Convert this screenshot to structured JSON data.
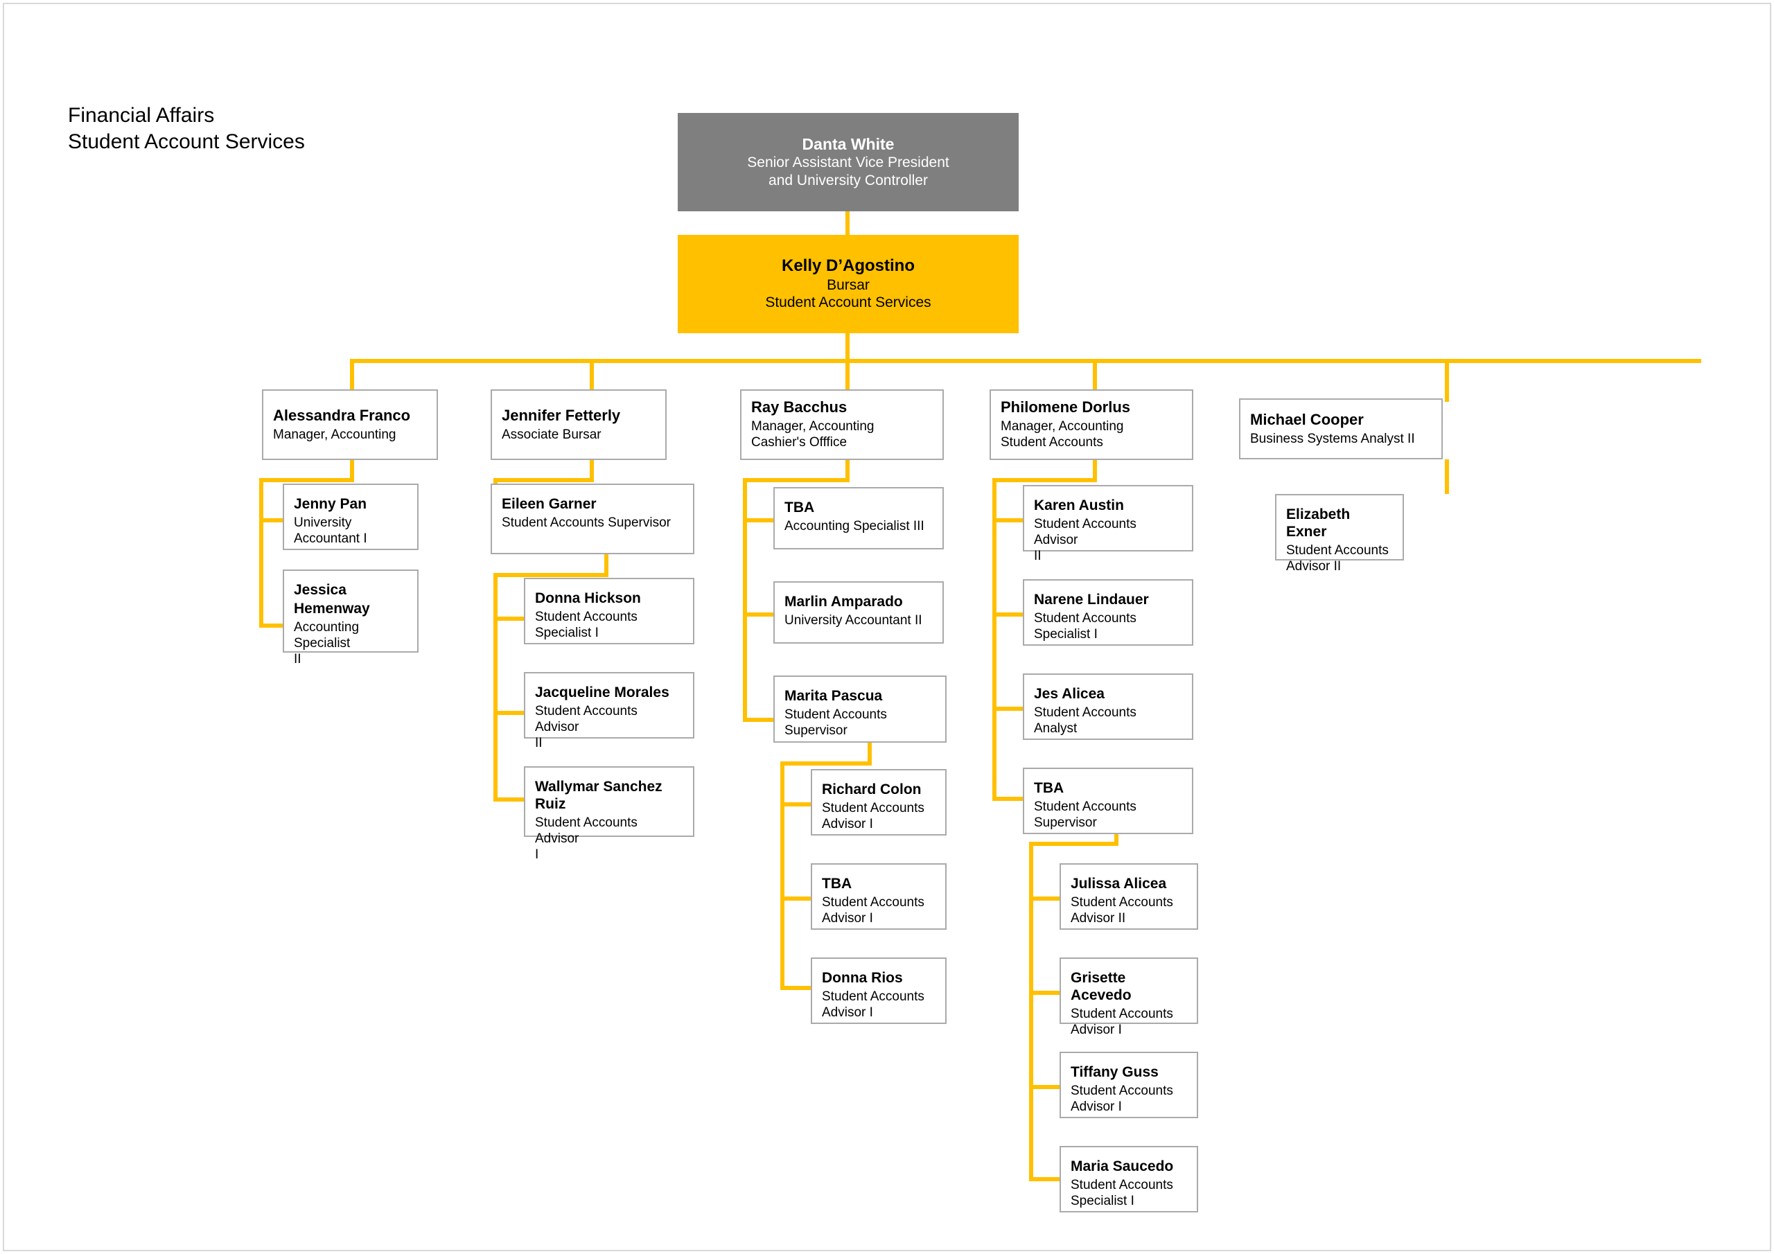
{
  "title": {
    "line1": "Financial Affairs",
    "line2": "Student Account Services"
  },
  "colors": {
    "accent_gold": "#FFC000",
    "accent_gold_dark": "#BF9000",
    "exec_gray": "#7F7F7F",
    "box_border": "#AAAAAA",
    "page_background": "#FFFFFF"
  },
  "chart_data": {
    "type": "org-chart",
    "title": "Financial Affairs / Student Account Services",
    "nodes": {
      "executive": {
        "name": "Danta White",
        "title_line1": "Senior Assistant Vice President",
        "title_line2": "and University Controller"
      },
      "bursar": {
        "name": "Kelly D’Agostino",
        "title_line1": "Bursar",
        "title_line2": "Student Account Services"
      },
      "managers": [
        {
          "id": "franco",
          "name": "Alessandra Franco",
          "title_line1": "Manager, Accounting",
          "title_line2": "",
          "reports": [
            {
              "name": "Jenny Pan",
              "title_line1": "University",
              "title_line2": "Accountant I"
            },
            {
              "name": "Jessica",
              "name_line2": "Hemenway",
              "title_line1": "Accounting Specialist",
              "title_line2": "II"
            }
          ]
        },
        {
          "id": "fetterly",
          "name": "Jennifer Fetterly",
          "title_line1": "Associate Bursar",
          "title_line2": "",
          "reports": [
            {
              "name": "Eileen Garner",
              "title_line1": "Student Accounts Supervisor",
              "title_line2": "",
              "reports": [
                {
                  "name": "Donna Hickson",
                  "title_line1": "Student Accounts",
                  "title_line2": "Specialist I"
                },
                {
                  "name": "Jacqueline Morales",
                  "title_line1": "Student Accounts Advisor",
                  "title_line2": "II"
                },
                {
                  "name": "Wallymar Sanchez Ruiz",
                  "title_line1": "Student Accounts Advisor",
                  "title_line2": "I"
                }
              ]
            }
          ]
        },
        {
          "id": "bacchus",
          "name": "Ray Bacchus",
          "title_line1": "Manager, Accounting",
          "title_line2": "Cashier's Offfice",
          "reports": [
            {
              "name": "TBA",
              "title_line1": "Accounting Specialist III",
              "title_line2": ""
            },
            {
              "name": "Marlin Amparado",
              "title_line1": "University Accountant II",
              "title_line2": ""
            },
            {
              "name": "Marita Pascua",
              "title_line1": "Student Accounts",
              "title_line2": "Supervisor",
              "reports": [
                {
                  "name": "Richard Colon",
                  "title_line1": "Student Accounts",
                  "title_line2": "Advisor I"
                },
                {
                  "name": "TBA",
                  "title_line1": "Student Accounts",
                  "title_line2": "Advisor I"
                },
                {
                  "name": "Donna Rios",
                  "title_line1": "Student Accounts",
                  "title_line2": "Advisor I"
                }
              ]
            }
          ]
        },
        {
          "id": "dorlus",
          "name": "Philomene Dorlus",
          "title_line1": "Manager, Accounting",
          "title_line2": "Student Accounts",
          "reports": [
            {
              "name": "Karen Austin",
              "title_line1": "Student Accounts Advisor",
              "title_line2": "II"
            },
            {
              "name": "Narene Lindauer",
              "title_line1": "Student Accounts",
              "title_line2": "Specialist I"
            },
            {
              "name": "Jes Alicea",
              "title_line1": "Student Accounts",
              "title_line2": "Analyst"
            },
            {
              "name": "TBA",
              "title_line1": "Student Accounts",
              "title_line2": "Supervisor",
              "reports": [
                {
                  "name": "Julissa Alicea",
                  "title_line1": "Student Accounts",
                  "title_line2": "Advisor II"
                },
                {
                  "name": "Grisette Acevedo",
                  "title_line1": "Student Accounts",
                  "title_line2": "Advisor I"
                },
                {
                  "name": "Tiffany Guss",
                  "title_line1": "Student Accounts",
                  "title_line2": "Advisor I"
                },
                {
                  "name": "Maria Saucedo",
                  "title_line1": "Student Accounts",
                  "title_line2": "Specialist I"
                }
              ]
            }
          ]
        },
        {
          "id": "cooper",
          "name": "Michael Cooper",
          "title_line1": "Business Systems Analyst II",
          "title_line2": "",
          "reports": [
            {
              "name": "Elizabeth Exner",
              "title_line1": "Student Accounts",
              "title_line2": "Advisor II"
            }
          ]
        }
      ]
    }
  },
  "org": {
    "exec": {
      "name": "Danta White",
      "t1": "Senior Assistant Vice President",
      "t2": "and University Controller"
    },
    "bursar": {
      "name": "Kelly D’Agostino",
      "t1": "Bursar",
      "t2": "Student Account Services"
    },
    "franco": {
      "name": "Alessandra Franco",
      "t1": "Manager, Accounting",
      "t2": ""
    },
    "fetterly": {
      "name": "Jennifer Fetterly",
      "t1": "Associate Bursar",
      "t2": ""
    },
    "bacchus": {
      "name": "Ray Bacchus",
      "t1": "Manager, Accounting",
      "t2": "Cashier's Offfice"
    },
    "dorlus": {
      "name": "Philomene Dorlus",
      "t1": "Manager, Accounting",
      "t2": "Student Accounts"
    },
    "cooper": {
      "name": "Michael Cooper",
      "t1": "Business Systems Analyst II",
      "t2": ""
    },
    "pan": {
      "name": "Jenny Pan",
      "t1": "University",
      "t2": "Accountant I"
    },
    "hemenway": {
      "name": "Jessica",
      "name2": "Hemenway",
      "t1": "Accounting Specialist",
      "t2": "II"
    },
    "garner": {
      "name": "Eileen Garner",
      "t1": "Student Accounts Supervisor",
      "t2": ""
    },
    "hickson": {
      "name": "Donna Hickson",
      "t1": "Student Accounts",
      "t2": "Specialist I"
    },
    "morales": {
      "name": "Jacqueline Morales",
      "t1": "Student Accounts Advisor",
      "t2": "II"
    },
    "sanchez": {
      "name": "Wallymar Sanchez Ruiz",
      "t1": "Student Accounts Advisor",
      "t2": "I"
    },
    "tba_acct3": {
      "name": "TBA",
      "t1": "Accounting Specialist III",
      "t2": ""
    },
    "amparado": {
      "name": "Marlin Amparado",
      "t1": "University Accountant II",
      "t2": ""
    },
    "pascua": {
      "name": "Marita Pascua",
      "t1": "Student Accounts",
      "t2": "Supervisor"
    },
    "colon": {
      "name": "Richard Colon",
      "t1": "Student Accounts",
      "t2": "Advisor I"
    },
    "tba_adv1": {
      "name": "TBA",
      "t1": "Student Accounts",
      "t2": "Advisor I"
    },
    "rios": {
      "name": "Donna Rios",
      "t1": "Student Accounts",
      "t2": "Advisor I"
    },
    "austin": {
      "name": "Karen Austin",
      "t1": "Student Accounts Advisor",
      "t2": "II"
    },
    "lindauer": {
      "name": "Narene Lindauer",
      "t1": "Student Accounts",
      "t2": "Specialist I"
    },
    "jes": {
      "name": "Jes Alicea",
      "t1": "Student Accounts",
      "t2": "Analyst"
    },
    "tba_sup": {
      "name": "TBA",
      "t1": "Student Accounts",
      "t2": "Supervisor"
    },
    "julissa": {
      "name": "Julissa Alicea",
      "t1": "Student Accounts",
      "t2": "Advisor II"
    },
    "acevedo": {
      "name": "Grisette Acevedo",
      "t1": "Student Accounts",
      "t2": "Advisor I"
    },
    "guss": {
      "name": "Tiffany Guss",
      "t1": "Student Accounts",
      "t2": "Advisor I"
    },
    "saucedo": {
      "name": "Maria Saucedo",
      "t1": "Student Accounts",
      "t2": "Specialist I"
    },
    "exner": {
      "name": "Elizabeth Exner",
      "t1": "Student Accounts",
      "t2": "Advisor II"
    }
  }
}
